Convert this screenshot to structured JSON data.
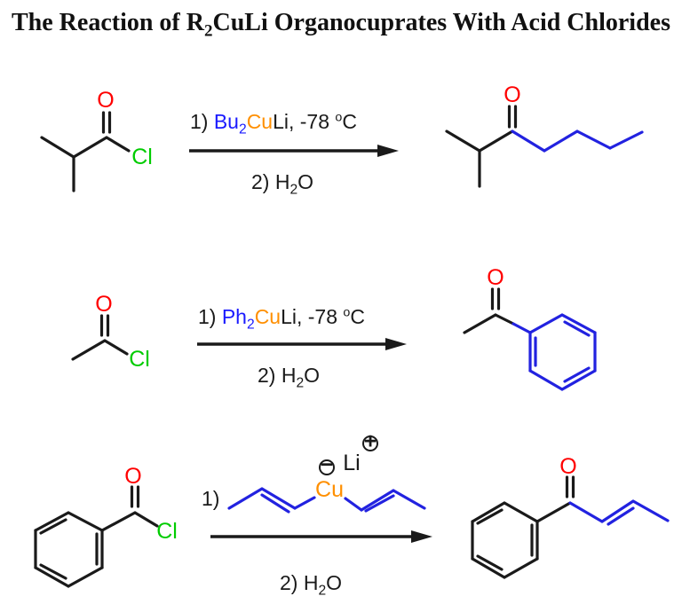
{
  "title": {
    "pre": "The Reaction of R",
    "sub": "2",
    "post": "CuLi Organocuprates With Acid Chlorides"
  },
  "atoms": {
    "oxygen": "O",
    "chlorine": "Cl",
    "copper": "Cu",
    "lithium": "Li"
  },
  "charges": {
    "minus": "−",
    "plus": "+"
  },
  "colors": {
    "oxygen_red": "#ff0000",
    "chlorine_green": "#00cc00",
    "copper_orange": "#ff8f00",
    "organyl_blue_text": "#1a1aff",
    "new_bond_blue": "#2222e0",
    "bond_black": "#1a1a1a"
  },
  "reactions": [
    {
      "step1": {
        "num": "1) ",
        "r": "Bu",
        "rsub": "2",
        "cu": "Cu",
        "li": "Li, -78 ",
        "deg": "o",
        "unit": "C"
      },
      "step2": {
        "pre": "2) H",
        "sub": "2",
        "post": "O"
      }
    },
    {
      "step1": {
        "num": "1) ",
        "r": "Ph",
        "rsub": "2",
        "cu": "Cu",
        "li": "Li, -78 ",
        "deg": "o",
        "unit": "C"
      },
      "step2": {
        "pre": "2) H",
        "sub": "2",
        "post": "O"
      }
    },
    {
      "step1": {
        "num": "1)"
      },
      "step2": {
        "pre": "2) H",
        "sub": "2",
        "post": "O"
      }
    }
  ]
}
